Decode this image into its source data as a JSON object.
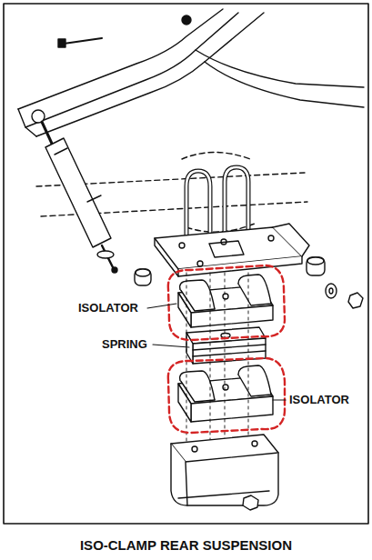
{
  "diagram": {
    "caption": "ISO-CLAMP REAR SUSPENSION",
    "labels": [
      "ISOLATOR",
      "SPRING",
      "ISOLATOR"
    ]
  }
}
